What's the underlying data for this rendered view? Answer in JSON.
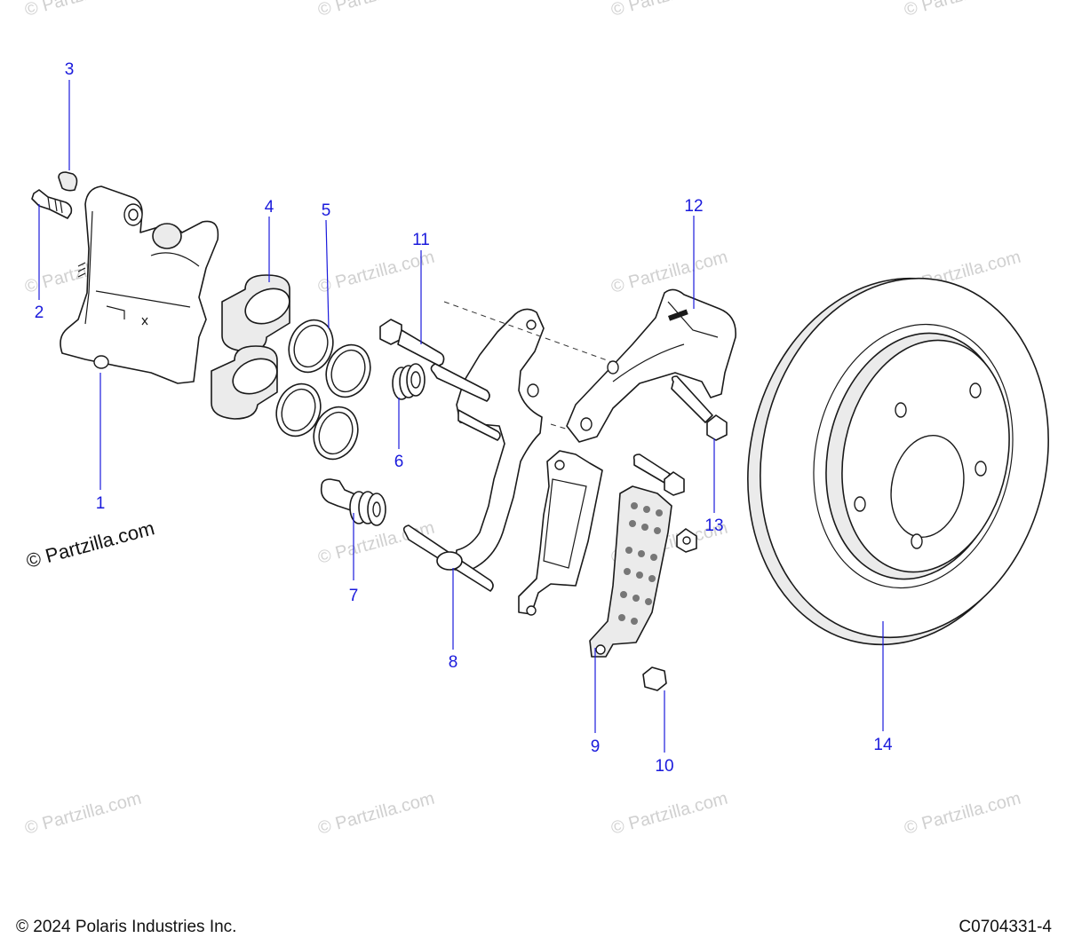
{
  "callouts": {
    "c1": "1",
    "c2": "2",
    "c3": "3",
    "c4": "4",
    "c5": "5",
    "c6": "6",
    "c7": "7",
    "c8": "8",
    "c9": "9",
    "c10": "10",
    "c11": "11",
    "c12": "12",
    "c13": "13",
    "c14": "14"
  },
  "watermark": {
    "main": "© Partzilla.com",
    "tile": "© Partzilla.com"
  },
  "footer": {
    "copyright": "© 2024 Polaris Industries Inc.",
    "drawing_id": "C0704331-4"
  },
  "colors": {
    "callout": "#1a1adc",
    "line": "#1a1a1a",
    "watermark": "#d0d0d0"
  }
}
